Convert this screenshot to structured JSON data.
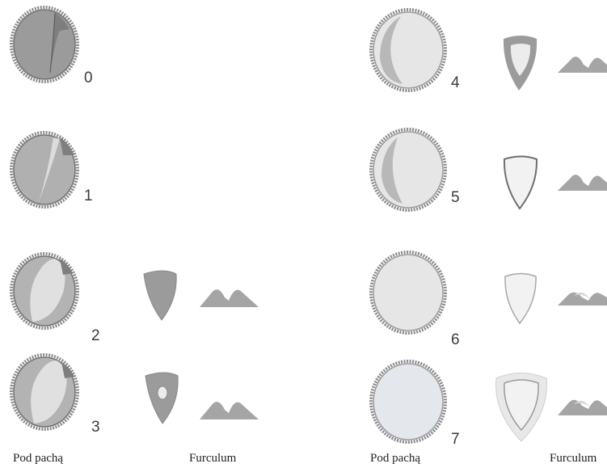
{
  "stages": [
    {
      "number": "0"
    },
    {
      "number": "1"
    },
    {
      "number": "2"
    },
    {
      "number": "3"
    },
    {
      "number": "4"
    },
    {
      "number": "5"
    },
    {
      "number": "6"
    },
    {
      "number": "7"
    }
  ],
  "captions": {
    "left_armpit": "Pod pachą",
    "left_furculum": "Furculum",
    "right_armpit": "Pod pachą",
    "right_furculum": "Furculum"
  },
  "colors": {
    "fill_dark": "#9b9b9b",
    "fill_darker": "#7e7e7e",
    "fill_mid": "#b8b8b8",
    "fill_light": "#e6e6e6",
    "outline": "#6f6f6f"
  }
}
